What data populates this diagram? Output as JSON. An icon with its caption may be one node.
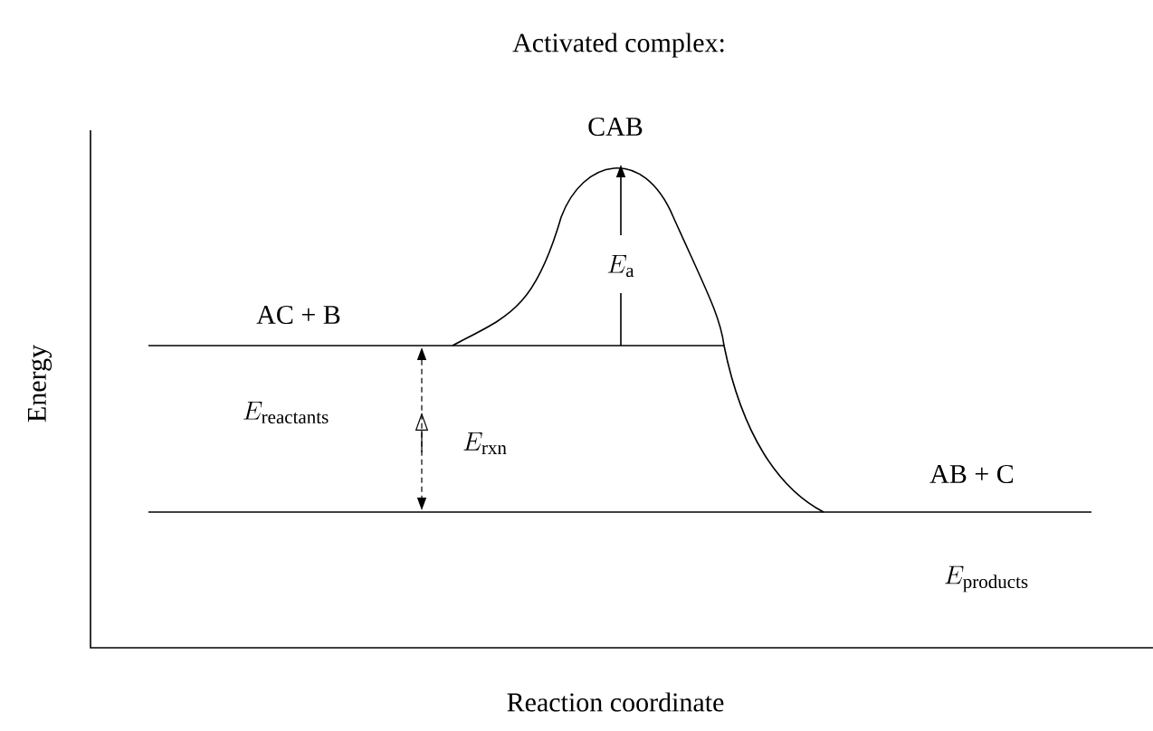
{
  "diagram": {
    "labels": [
      "Activated complex:",
      "CAB",
      "E_{\\mathrm{a}}",
      "AC + B",
      "E_{\\mathrm{reactants}}",
      "E_{\\mathrm{rxn}}",
      "AB + C",
      "E_{\\mathrm{products}}",
      "Energy",
      "Reaction coordinate"
    ]
  }
}
